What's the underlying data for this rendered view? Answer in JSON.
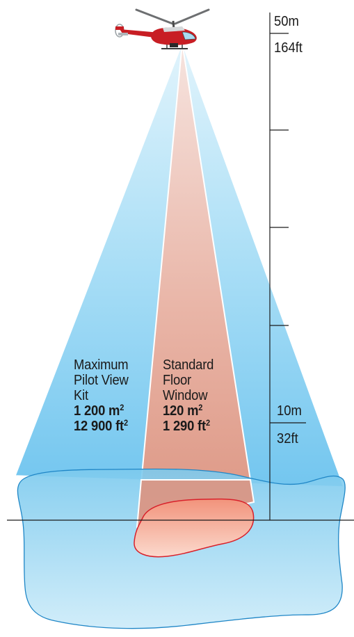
{
  "diagram": {
    "scale": {
      "top_meters": "50m",
      "top_feet": "164ft",
      "low_meters": "10m",
      "low_feet": "32ft"
    },
    "max_kit": {
      "line1": "Maximum",
      "line2": "Pilot View",
      "line3": "Kit",
      "area_m": "1 200 m",
      "area_ft": "12 900 ft",
      "sup": "2"
    },
    "standard": {
      "line1": "Standard",
      "line2": "Floor",
      "line3": "Window",
      "area_m": "120 m",
      "area_ft": "1 290 ft",
      "sup": "2"
    },
    "colors": {
      "wide_cone": "#8ed3f3",
      "narrow_cone": "#e7a89a",
      "ground_wide": "#7fcaee",
      "ground_narrow": "#f09a84",
      "outline_blue": "#1f86c6",
      "outline_red": "#d8202a",
      "helicopter": "#c81e24"
    }
  }
}
